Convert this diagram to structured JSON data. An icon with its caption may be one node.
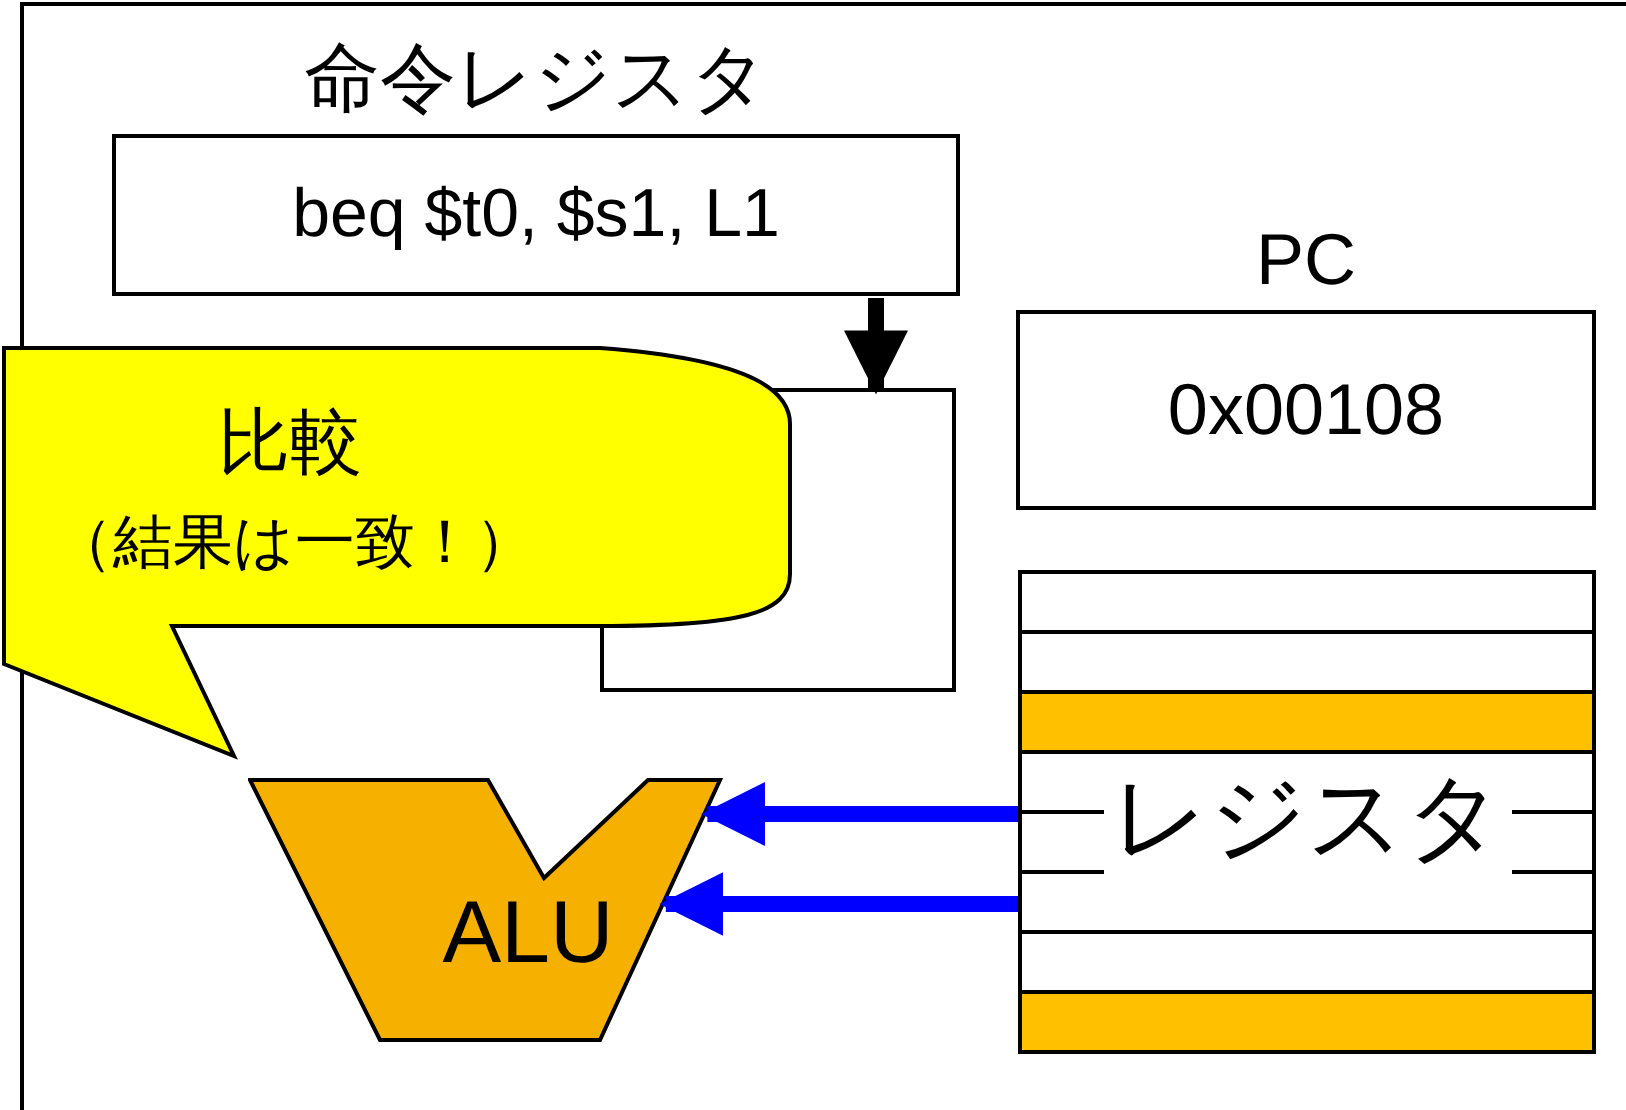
{
  "diagram": {
    "nodes": [
      {
        "text": [
          "命令レジスタ",
          "beq $t0, $s1, L1"
        ]
      },
      {
        "text": [],
        "shape": "box"
      },
      {
        "text": [
          "比較",
          "（結果は一致！）"
        ]
      },
      {
        "text": [
          "PC",
          "0x00108"
        ]
      },
      {
        "text": [
          "レジスタ"
        ]
      },
      {
        "text": [
          "ALU"
        ]
      }
    ],
    "edges": [
      {
        "from": 0,
        "to": 1,
        "arrow": "to",
        "color": "#000000"
      },
      {
        "from": 4,
        "to": 5,
        "arrow": "to",
        "color": "#0000ff"
      },
      {
        "from": 4,
        "to": 5,
        "arrow": "to",
        "color": "#0000ff"
      }
    ]
  }
}
